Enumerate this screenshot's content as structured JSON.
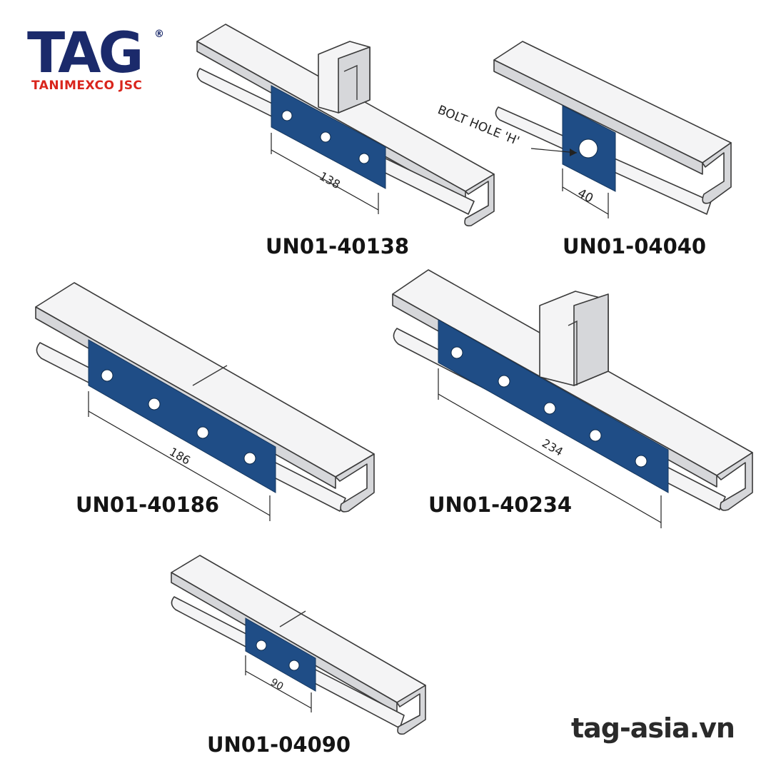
{
  "brand": {
    "logo_text": "TAG",
    "registered_mark": "®",
    "company_name": "TANIMEXCO JSC"
  },
  "website": "tag-asia.vn",
  "colors": {
    "plate": "#1f4d86",
    "channel_fill": "#f4f4f5",
    "channel_shade": "#d6d7da",
    "outline": "#3a3a3a",
    "logo_blue": "#1b2a6b",
    "logo_red": "#d9251c"
  },
  "diagrams": [
    {
      "part_number": "UN01-40138",
      "dimension": "138",
      "holes": 3,
      "tee_post": true
    },
    {
      "part_number": "UN01-04040",
      "dimension": "40",
      "holes": 1,
      "tee_post": false,
      "callout": "BOLT HOLE 'H'"
    },
    {
      "part_number": "UN01-40186",
      "dimension": "186",
      "holes": 4,
      "tee_post": false
    },
    {
      "part_number": "UN01-40234",
      "dimension": "234",
      "holes": 5,
      "tee_post": true
    },
    {
      "part_number": "UN01-04090",
      "dimension": "90",
      "holes": 2,
      "tee_post": false
    }
  ]
}
